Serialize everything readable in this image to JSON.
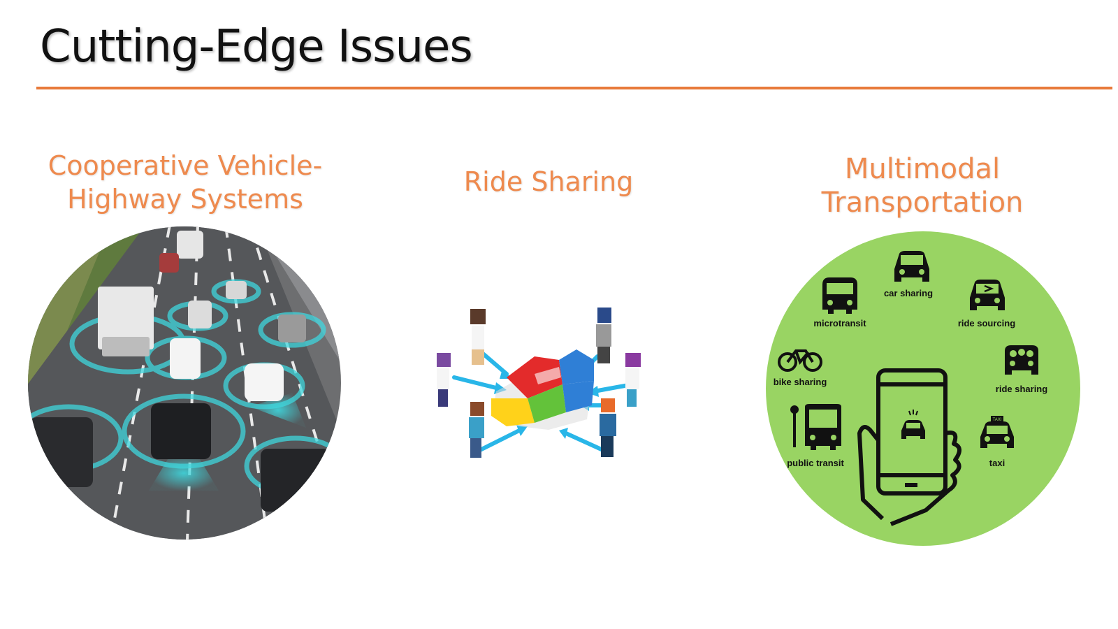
{
  "slide": {
    "title": "Cutting-Edge Issues"
  },
  "columns": [
    {
      "heading_lines": [
        "Cooperative  Vehicle-",
        "Highway  Systems"
      ],
      "image_icon": "connected-cars-highway-photo"
    },
    {
      "heading_lines": [
        "Ride Sharing"
      ],
      "image_icon": "ride-sharing-puzzle-car-illustration"
    },
    {
      "heading_lines": [
        "Multimodal",
        "Transportation"
      ],
      "image_icon": "multimodal-mobility-diagram",
      "modes": [
        {
          "label": "car sharing",
          "icon": "car-icon"
        },
        {
          "label": "microtransit",
          "icon": "van-icon"
        },
        {
          "label": "ride sourcing",
          "icon": "ride-sourcing-car-icon"
        },
        {
          "label": "bike sharing",
          "icon": "bicycle-icon"
        },
        {
          "label": "ride sharing",
          "icon": "shared-car-icon"
        },
        {
          "label": "public transit",
          "icon": "bus-icon"
        },
        {
          "label": "taxi",
          "icon": "taxi-icon"
        }
      ],
      "taxi_sign": "TAXI"
    }
  ],
  "colors": {
    "accent": "#e87a3a",
    "heading": "#ee8a4e",
    "multimodal_bg": "#99d463",
    "signal": "#3fd6dd",
    "arrow": "#29b6e8"
  }
}
